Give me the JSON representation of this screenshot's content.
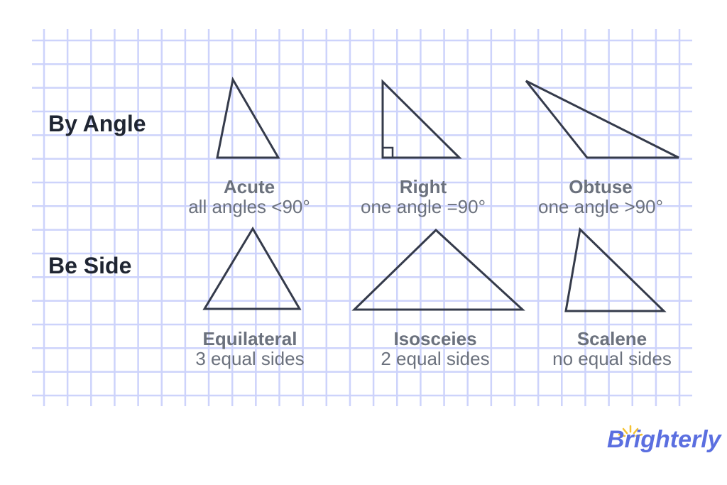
{
  "headings": {
    "by_angle": "By Angle",
    "by_side": "Be Side"
  },
  "angle_types": [
    {
      "title": "Acute",
      "desc": "all angles <90°"
    },
    {
      "title": "Right",
      "desc": "one angle =90°"
    },
    {
      "title": "Obtuse",
      "desc": "one angle >90°"
    }
  ],
  "side_types": [
    {
      "title": "Equilateral",
      "desc": "3 equal sides"
    },
    {
      "title": "Isosceies",
      "desc": "2 equal sides"
    },
    {
      "title": "Scalene",
      "desc": "no equal sides"
    }
  ],
  "logo": "Brighterly",
  "colors": {
    "grid": "#cdd3fb",
    "stroke": "#353b4b",
    "heading": "#1f2532",
    "label": "#6b717d",
    "brand": "#5b6fe0",
    "sun": "#f5c232"
  }
}
